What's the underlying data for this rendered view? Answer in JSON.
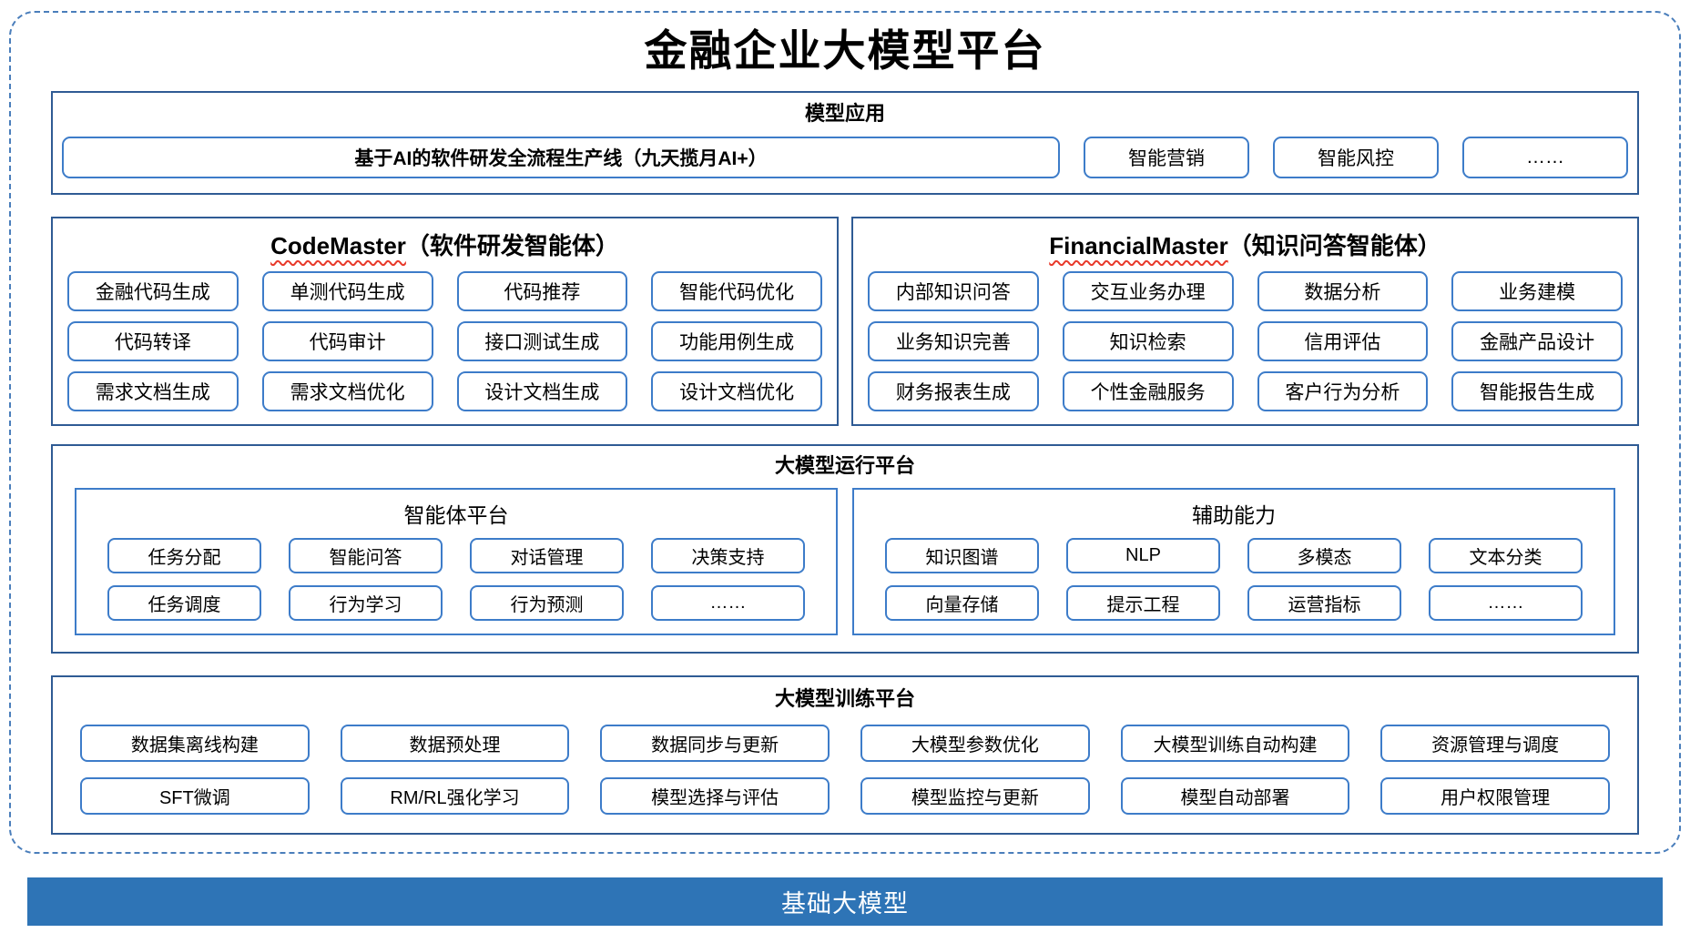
{
  "title": "金融企业大模型平台",
  "colors": {
    "frame_dashed": "#4a7ebb",
    "section_border": "#2f5b94",
    "item_border": "#3d7cc9",
    "foundation_bg": "#2e74b6",
    "squiggle": "#e8392a"
  },
  "applications": {
    "title": "模型应用",
    "main_item": "基于AI的软件研发全流程生产线（九天揽月AI+）",
    "items": [
      "智能营销",
      "智能风控",
      "……"
    ]
  },
  "code_master": {
    "title_en": "CodeMaster",
    "title_zh": "（软件研发智能体）",
    "items": [
      "金融代码生成",
      "单测代码生成",
      "代码推荐",
      "智能代码优化",
      "代码转译",
      "代码审计",
      "接口测试生成",
      "功能用例生成",
      "需求文档生成",
      "需求文档优化",
      "设计文档生成",
      "设计文档优化"
    ]
  },
  "financial_master": {
    "title_en": "FinancialMaster",
    "title_zh": "（知识问答智能体）",
    "items": [
      "内部知识问答",
      "交互业务办理",
      "数据分析",
      "业务建模",
      "业务知识完善",
      "知识检索",
      "信用评估",
      "金融产品设计",
      "财务报表生成",
      "个性金融服务",
      "客户行为分析",
      "智能报告生成"
    ]
  },
  "runtime": {
    "title": "大模型运行平台",
    "agent_platform": {
      "title": "智能体平台",
      "items": [
        "任务分配",
        "智能问答",
        "对话管理",
        "决策支持",
        "任务调度",
        "行为学习",
        "行为预测",
        "……"
      ]
    },
    "auxiliary": {
      "title": "辅助能力",
      "items": [
        "知识图谱",
        "NLP",
        "多模态",
        "文本分类",
        "向量存储",
        "提示工程",
        "运营指标",
        "……"
      ]
    }
  },
  "training": {
    "title": "大模型训练平台",
    "items": [
      "数据集离线构建",
      "数据预处理",
      "数据同步与更新",
      "大模型参数优化",
      "大模型训练自动构建",
      "资源管理与调度",
      "SFT微调",
      "RM/RL强化学习",
      "模型选择与评估",
      "模型监控与更新",
      "模型自动部署",
      "用户权限管理"
    ]
  },
  "foundation": {
    "title": "基础大模型"
  }
}
